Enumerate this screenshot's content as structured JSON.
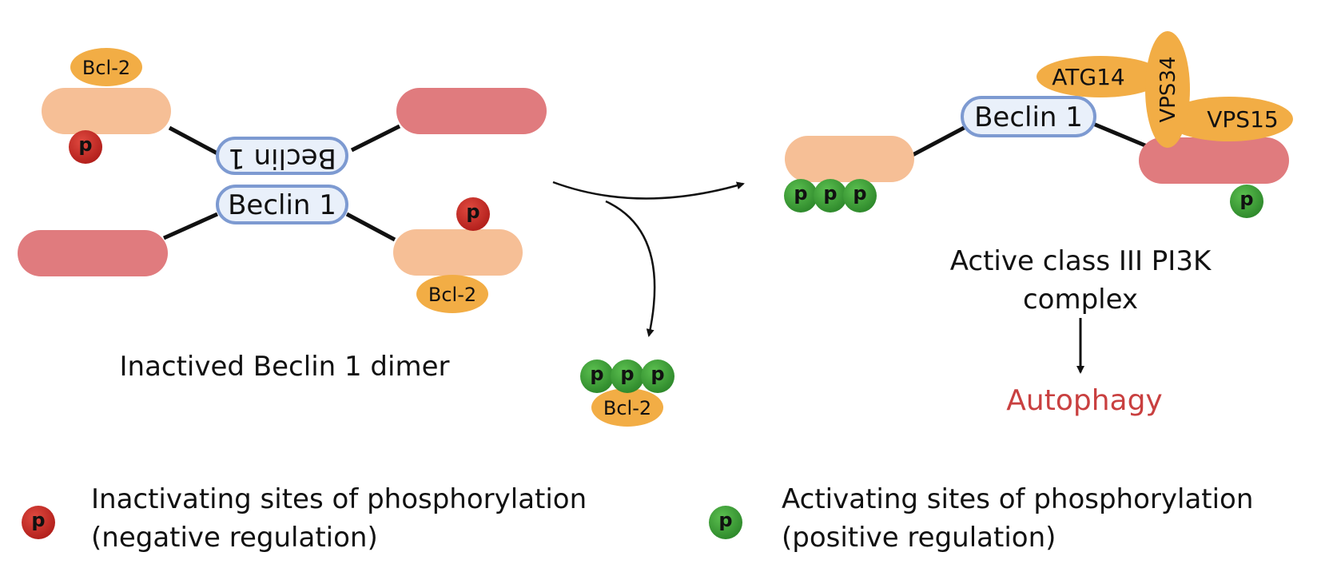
{
  "left_panel": {
    "caption": "Inactived Beclin 1 dimer",
    "beclin_top": "Beclin 1",
    "beclin_bottom": "Beclin 1",
    "bcl2_top": "Bcl-2",
    "bcl2_bottom": "Bcl-2",
    "phospho_top": "p",
    "phospho_bottom": "p"
  },
  "released": {
    "bcl2": "Bcl-2",
    "phospho": [
      "p",
      "p",
      "p"
    ]
  },
  "right_panel": {
    "beclin": "Beclin 1",
    "atg14": "ATG14",
    "vps34": "VPS34",
    "vps15": "VPS15",
    "phospho_left": [
      "p",
      "p",
      "p"
    ],
    "phospho_right": "p",
    "caption_line1": "Active class III PI3K",
    "caption_line2": "complex",
    "outcome": "Autophagy"
  },
  "legend": {
    "inactivating_symbol": "p",
    "inactivating_line1": "Inactivating sites of phosphorylation",
    "inactivating_line2": "(negative regulation)",
    "activating_symbol": "p",
    "activating_line1": "Activating sites of phosphorylation",
    "activating_line2": "(positive regulation)"
  },
  "colors": {
    "peach": "#f6bf96",
    "rose": "#e07b7e",
    "orange": "#f2ad45",
    "beclin_fill": "#e9f0fa",
    "beclin_stroke": "#7d9ad1",
    "red_p": "#c42a25",
    "green_p": "#3e9f3a",
    "autophagy": "#c94040"
  }
}
